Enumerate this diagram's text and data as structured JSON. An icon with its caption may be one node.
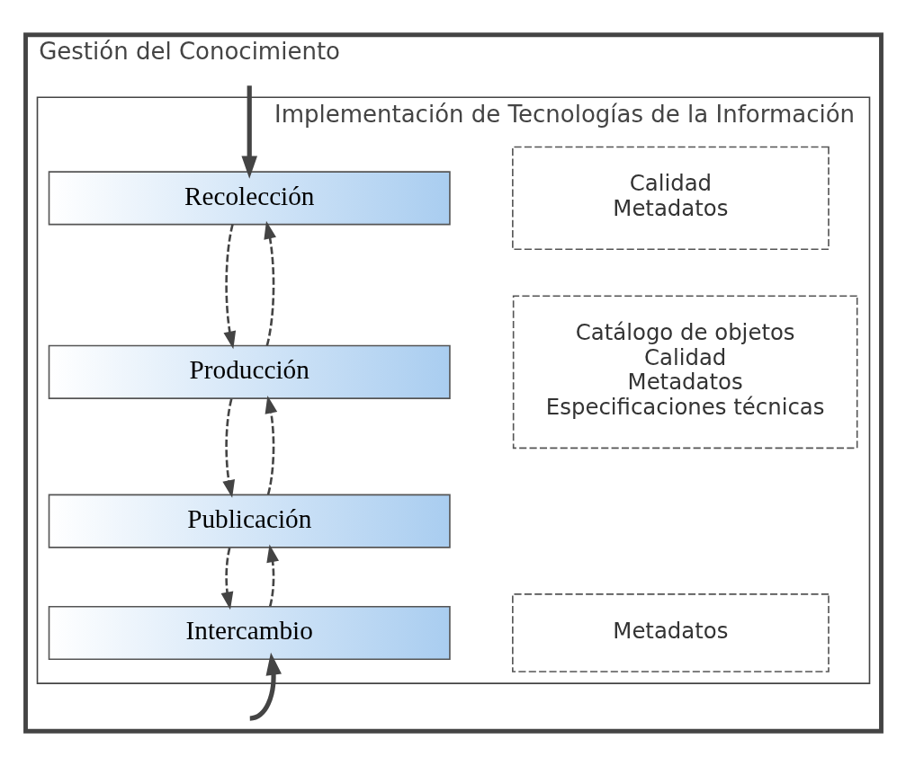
{
  "diagram": {
    "nodes": [
      {
        "text": [
          "Gestión del Conocimiento"
        ]
      },
      {
        "text": [
          "Implementación de Tecnologías de la Información"
        ],
        "in": 0
      },
      {
        "text": [
          "Recolección"
        ],
        "in": 1
      },
      {
        "text": [
          "Producción"
        ],
        "in": 1
      },
      {
        "text": [
          "Publicación"
        ],
        "in": 1
      },
      {
        "text": [
          "Intercambio"
        ],
        "in": 1
      },
      {
        "text": [
          "Calidad",
          "Metadatos"
        ],
        "in": 1
      },
      {
        "text": [
          "Catálogo de objetos",
          "Calidad",
          "Metadatos",
          "Especificaciones técnicas"
        ],
        "in": 1
      },
      {
        "text": [
          "Metadatos"
        ],
        "in": 1
      }
    ],
    "edges": [
      {
        "from": null,
        "to": 2,
        "arrow": "to",
        "style": "thick"
      },
      {
        "from": 2,
        "to": 3,
        "arrow": "to",
        "style": "dashed"
      },
      {
        "from": 3,
        "to": 2,
        "arrow": "to",
        "style": "dashed"
      },
      {
        "from": 3,
        "to": 4,
        "arrow": "to",
        "style": "dashed"
      },
      {
        "from": 4,
        "to": 3,
        "arrow": "to",
        "style": "dashed"
      },
      {
        "from": 4,
        "to": 5,
        "arrow": "to",
        "style": "dashed"
      },
      {
        "from": 5,
        "to": 4,
        "arrow": "to",
        "style": "dashed"
      },
      {
        "from": null,
        "to": 5,
        "arrow": "to",
        "style": "thick"
      }
    ]
  }
}
